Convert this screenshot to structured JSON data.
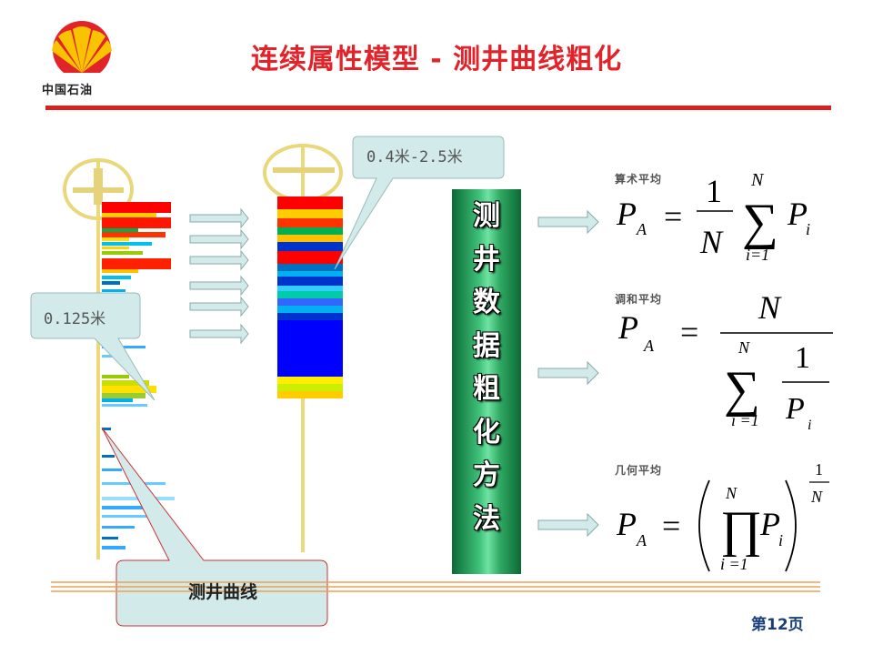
{
  "brand": {
    "name": "中国石油"
  },
  "title": "连续属性模型 - 测井曲线粗化",
  "callouts": {
    "resample_interval": "0.4米-2.5米",
    "raw_interval": "0.125米",
    "log_curve": "测井曲线"
  },
  "banner": {
    "chars": [
      "测",
      "井",
      "数",
      "据",
      "粗",
      "化",
      "方",
      "法"
    ]
  },
  "formulas": [
    {
      "label": "算术平均",
      "lhs": "P",
      "lhs_sub": "A",
      "numerator": "1",
      "denominator": "N",
      "operator": "∑",
      "upper": "N",
      "lower": "i=1",
      "term": "P",
      "term_sub": "i"
    },
    {
      "label": "调和平均",
      "lhs": "P",
      "lhs_sub": "A",
      "numerator": "N",
      "operator": "∑",
      "upper": "N",
      "lower": "i =1",
      "inner_numerator": "1",
      "term": "P",
      "term_sub": "i"
    },
    {
      "label": "几何平均",
      "lhs": "P",
      "lhs_sub": "A",
      "operator": "∏",
      "upper": "N",
      "lower": "i =1",
      "term": "P",
      "term_sub": "i",
      "exp_numerator": "1",
      "exp_denominator": "N"
    }
  ],
  "page": "第12页",
  "colors": {
    "title": "#e2232a",
    "rule": "#d7231f",
    "banner": "#2fa862",
    "callout_fill": "#d3eaea",
    "arrow_fill": "#d3eaea",
    "logo_red": "#e2232a",
    "logo_yellow": "#f8c300"
  }
}
